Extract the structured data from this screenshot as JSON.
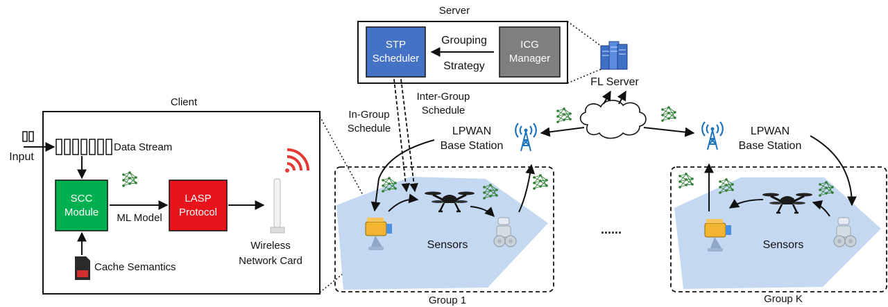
{
  "server": {
    "title": "Server",
    "stp_line1": "STP",
    "stp_line2": "Scheduler",
    "icg_line1": "ICG",
    "icg_line2": "Manager",
    "grouping_line1": "Grouping",
    "grouping_line2": "Strategy"
  },
  "fl_server": "FL Server",
  "client": {
    "title": "Client",
    "input": "Input",
    "data_stream": "Data Stream",
    "scc_line1": "SCC",
    "scc_line2": "Module",
    "lasp_line1": "LASP",
    "lasp_line2": "Protocol",
    "ml_model": "ML Model",
    "cache_semantics": "Cache Semantics",
    "wireless_line1": "Wireless",
    "wireless_line2": "Network Card"
  },
  "schedules": {
    "in_group_line1": "In-Group",
    "in_group_line2": "Schedule",
    "inter_group_line1": "Inter-Group",
    "inter_group_line2": "Schedule"
  },
  "base_station_left": {
    "line1": "LPWAN",
    "line2": "Base Station"
  },
  "base_station_right": {
    "line1": "LPWAN",
    "line2": "Base Station"
  },
  "group1": {
    "label": "Group 1",
    "sensors": "Sensors"
  },
  "groupk": {
    "label": "Group K",
    "sensors": "Sensors"
  },
  "ellipsis": "......",
  "colors": {
    "stp": "#4472C4",
    "icg": "#7F7F7F",
    "scc": "#00B050",
    "lasp": "#E8141B",
    "group_fill": "#C5D8F1",
    "nn_green": "#2E7D32"
  }
}
